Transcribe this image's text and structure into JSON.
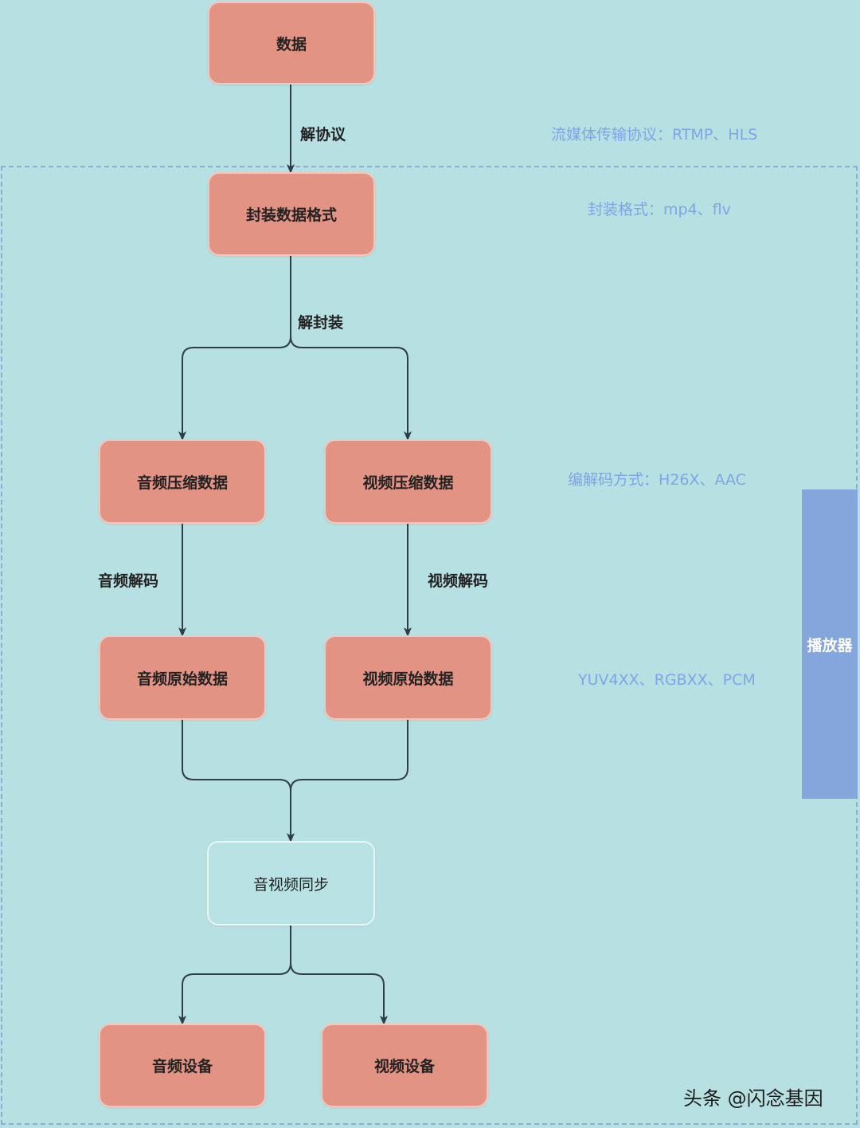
{
  "nodes": {
    "data": "数据",
    "container": "封装数据格式",
    "audio_compressed": "音频压缩数据",
    "video_compressed": "视频压缩数据",
    "audio_raw": "音频原始数据",
    "video_raw": "视频原始数据",
    "av_sync": "音视频同步",
    "audio_device": "音频设备",
    "video_device": "视频设备"
  },
  "edges": {
    "deprotocol": "解协议",
    "demux": "解封装",
    "audio_decode": "音频解码",
    "video_decode": "视频解码"
  },
  "notes": {
    "protocol": "流媒体传输协议：RTMP、HLS",
    "container": "封装格式：mp4、flv",
    "codec": "编解码方式：H26X、AAC",
    "raw": "YUV4XX、RGBXX、PCM"
  },
  "player_label": "播放器",
  "watermark": "头条 @闪念基因",
  "colors": {
    "background": "#b7e0e2",
    "node_fill": "#e39383",
    "note_text": "#7fa5e6",
    "player_fill": "#85a6dc",
    "connector": "#2f3f47"
  }
}
